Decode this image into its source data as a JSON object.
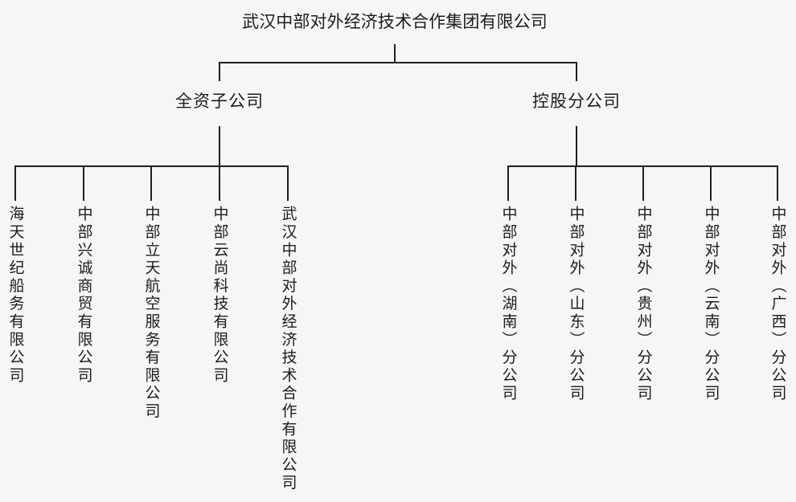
{
  "page": {
    "background_color": "#f6f6f6",
    "line_color": "#1f1f1f",
    "text_color": "#1c1c1c"
  },
  "root": {
    "label": "武汉中部对外经济技术合作集团有限公司"
  },
  "branches": [
    {
      "label": "全资子公司",
      "children": [
        "海天世纪船务有限公司",
        "中部兴诚商贸有限公司",
        "中部立天航空服务有限公司",
        "中部云尚科技有限公司",
        "武汉中部对外经济技术合作有限公司"
      ]
    },
    {
      "label": "控股分公司",
      "children": [
        "中部对外（湖南）分公司",
        "中部对外（山东）分公司",
        "中部对外（贵州）分公司",
        "中部对外（云南）分公司",
        "中部对外（广西）分公司"
      ]
    }
  ]
}
